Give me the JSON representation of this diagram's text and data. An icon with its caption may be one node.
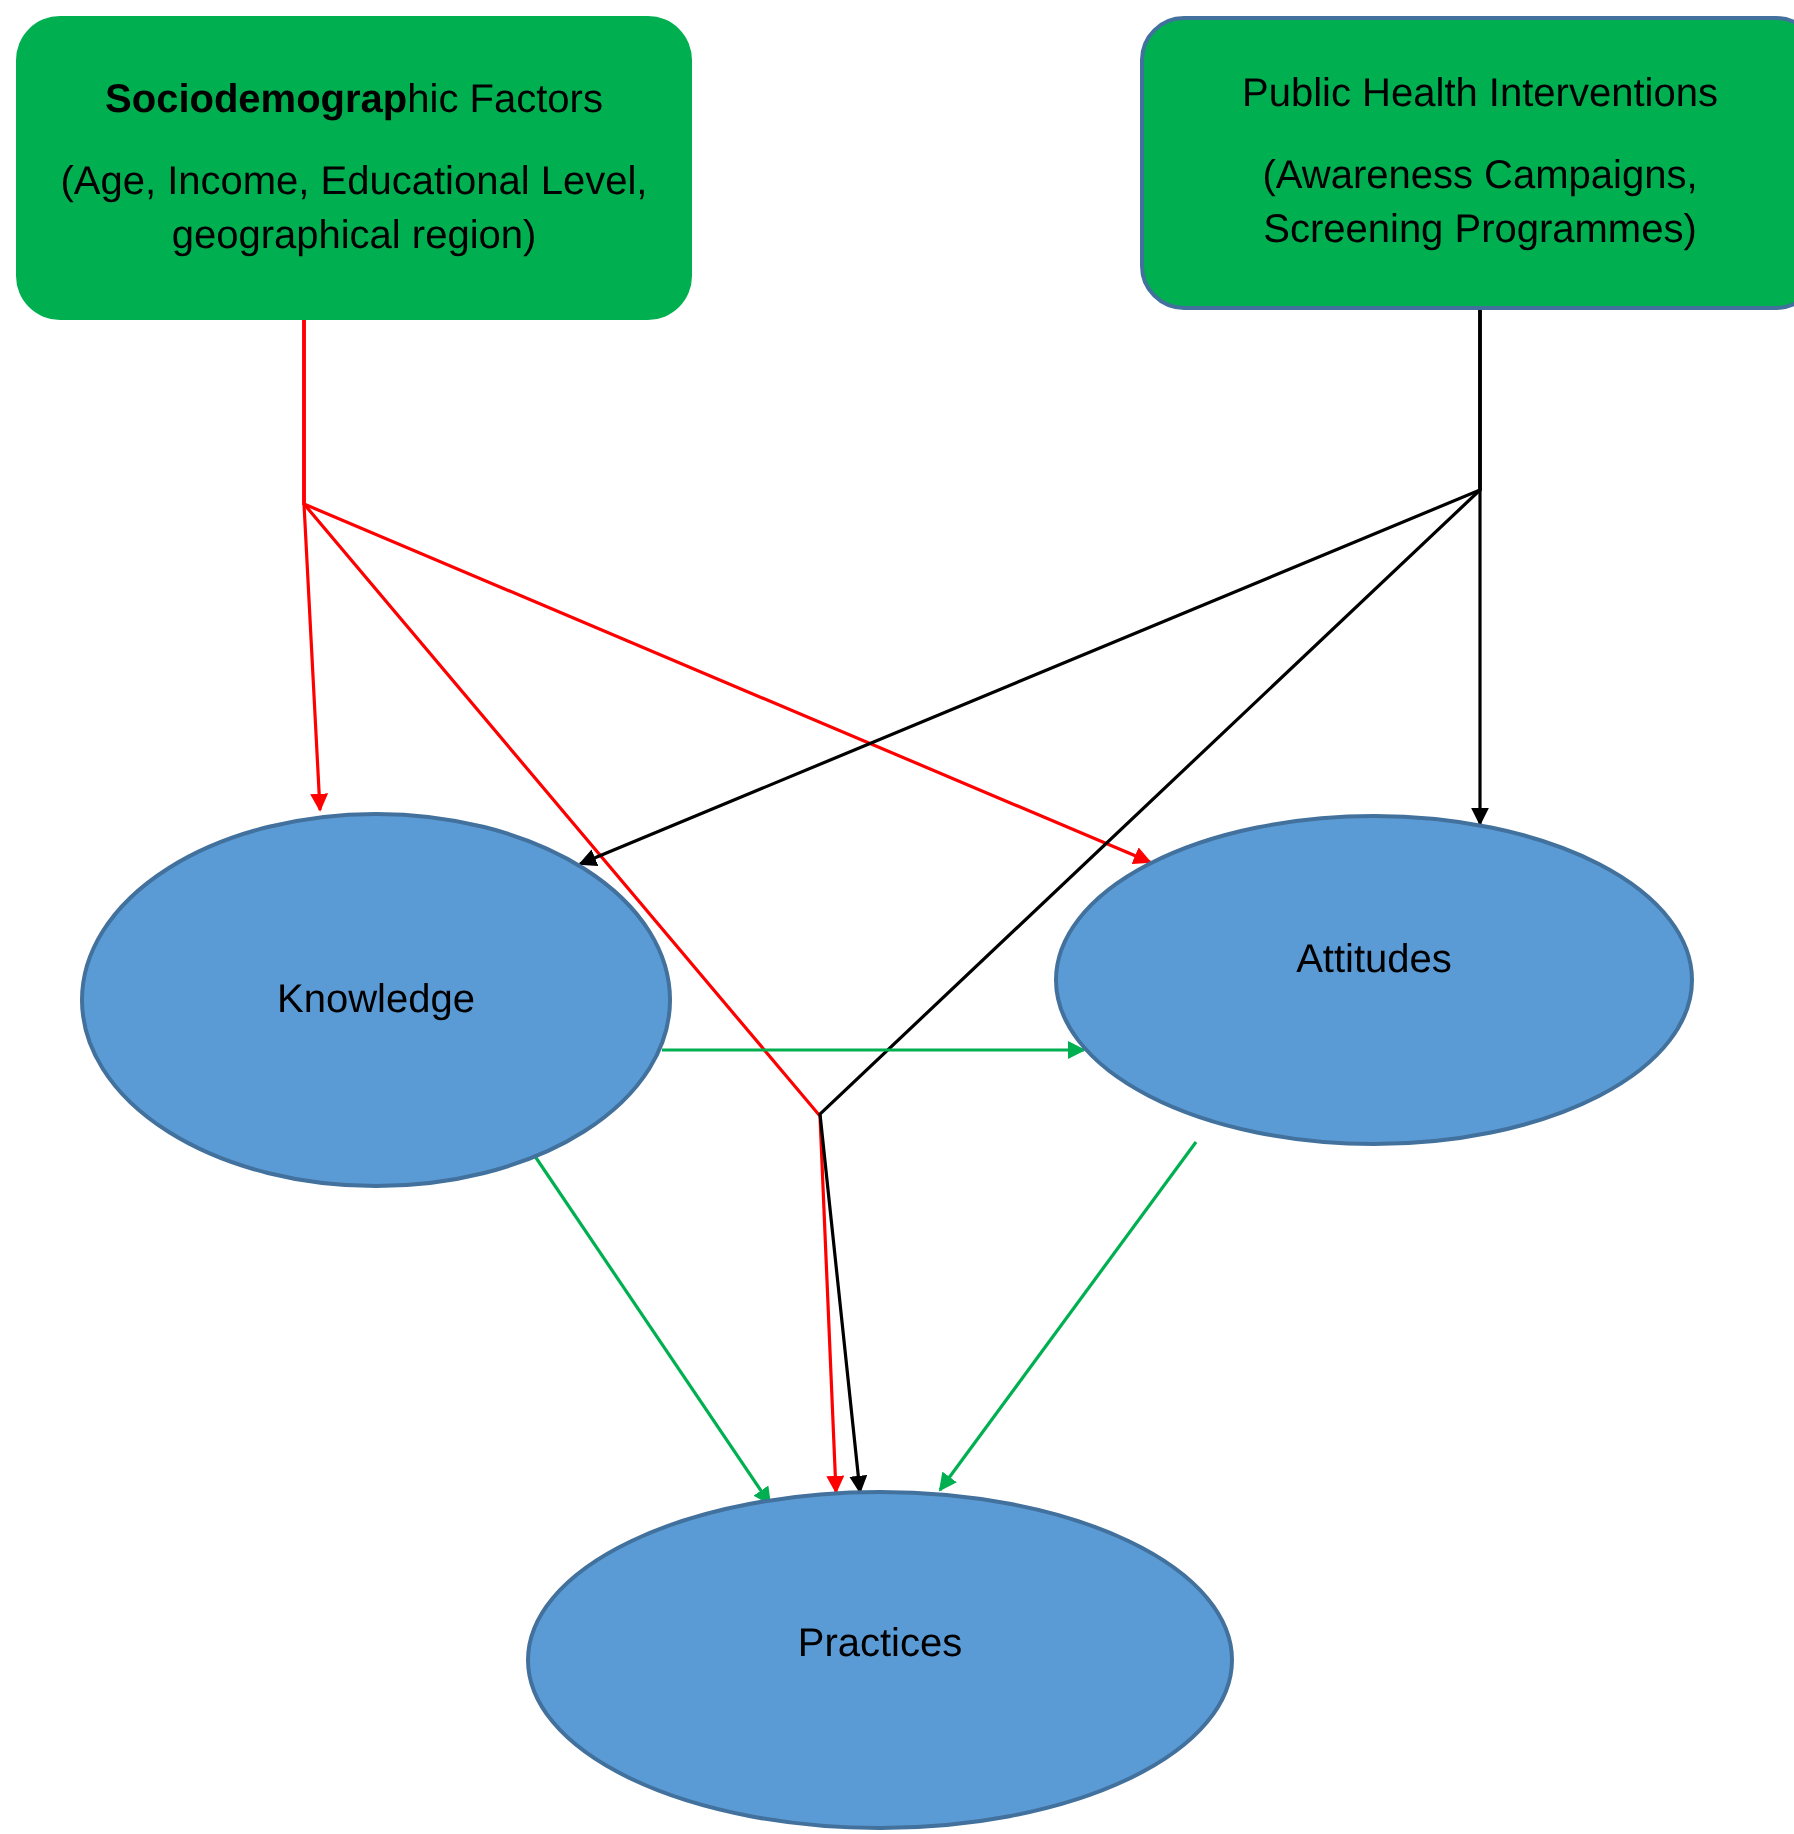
{
  "diagram": {
    "nodes": [
      {
        "text": [
          "**Sociodemograp**hic Factors",
          "(Age, Income, Educational Level, geographical region)"
        ]
      },
      {
        "text": [
          "Public Health Interventions",
          "(Awareness Campaigns, Screening Programmes)"
        ]
      },
      {
        "text": [
          "Knowledge"
        ]
      },
      {
        "text": [
          "Attitudes"
        ]
      },
      {
        "text": [
          "Practices"
        ]
      }
    ],
    "edges": [
      {
        "from": 0,
        "to": 2,
        "arrow": "to",
        "color": "#ff0000"
      },
      {
        "from": 0,
        "to": 3,
        "arrow": "to",
        "color": "#ff0000"
      },
      {
        "from": 0,
        "to": 4,
        "arrow": "to",
        "color": "#ff0000"
      },
      {
        "from": 1,
        "to": 2,
        "arrow": "to",
        "color": "#000000"
      },
      {
        "from": 1,
        "to": 3,
        "arrow": "to",
        "color": "#000000"
      },
      {
        "from": 1,
        "to": 4,
        "arrow": "to",
        "color": "#000000"
      },
      {
        "from": 2,
        "to": 3,
        "arrow": "to",
        "color": "#00b050"
      },
      {
        "from": 3,
        "to": 4,
        "arrow": "to",
        "color": "#00b050"
      },
      {
        "from": 2,
        "to": 4,
        "arrow": "to",
        "color": "#00b050"
      }
    ]
  }
}
